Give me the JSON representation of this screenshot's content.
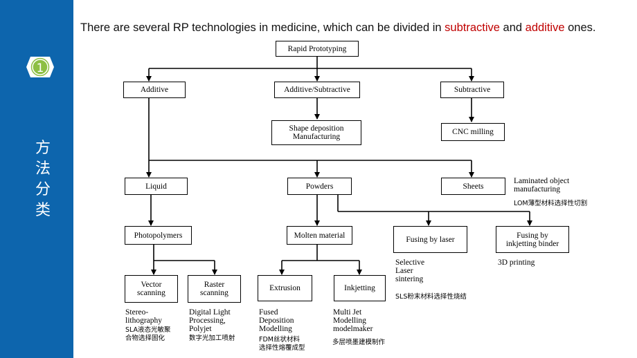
{
  "sidebar": {
    "badge_number": "1",
    "title_chars": [
      "方",
      "法",
      "分",
      "类"
    ]
  },
  "intro": {
    "before": "There are several RP technologies in medicine, which can be divided in ",
    "subtractive": "subtractive",
    "middle": " and ",
    "additive": "additive",
    "after": " ones."
  },
  "diagram": {
    "rapid_prototyping": "Rapid Prototyping",
    "additive": "Additive",
    "additive_subtractive": "Additive/Subtractive",
    "subtractive": "Subtractive",
    "shape_deposition": "Shape deposition\nManufacturing",
    "cnc_milling": "CNC milling",
    "liquid": "Liquid",
    "powders": "Powders",
    "sheets": "Sheets",
    "lom_label": "Laminated object\nmanufacturing",
    "lom_cn": "LOM薄型材料选择性切割",
    "photopolymers": "Photopolymers",
    "molten_material": "Molten material",
    "fusing_laser": "Fusing  by  laser",
    "fusing_binder": "Fusing by\ninkjetting binder",
    "sls_label": "Selective\nLaser\nsintering",
    "sls_cn": "SLS粉末材料选择性烧结",
    "printing_3d": "3D printing",
    "vector_scanning": "Vector\nscanning",
    "raster_scanning": "Raster\nscanning",
    "extrusion": "Extrusion",
    "inkjetting": "Inkjetting",
    "stereo_label": "Stereo-\nlithography",
    "stereo_cn": "SLA液态光敏聚\n合物选择固化",
    "dlp_label": "Digital Light\nProcessing,\nPolyjet",
    "dlp_cn": "数字光加工喷射",
    "fdm_label": "Fused\nDeposition\nModelling",
    "fdm_cn": "FDM丝状材料\n选择性熔覆成型",
    "mjm_label": "Multi Jet\nModelling\nmodelmaker",
    "mjm_cn": "多层喷墨建模制作"
  }
}
